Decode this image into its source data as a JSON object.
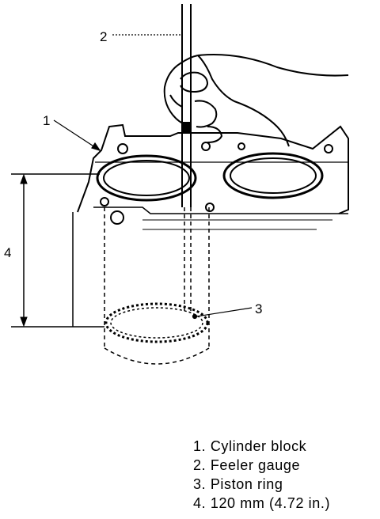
{
  "callouts": {
    "c1": "1",
    "c2": "2",
    "c3": "3",
    "c4": "4"
  },
  "legend": [
    {
      "number": "1.",
      "text": "Cylinder block"
    },
    {
      "number": "2.",
      "text": "Feeler gauge"
    },
    {
      "number": "3.",
      "text": "Piston ring"
    },
    {
      "number": "4.",
      "text": "120 mm (4.72 in.)"
    }
  ]
}
